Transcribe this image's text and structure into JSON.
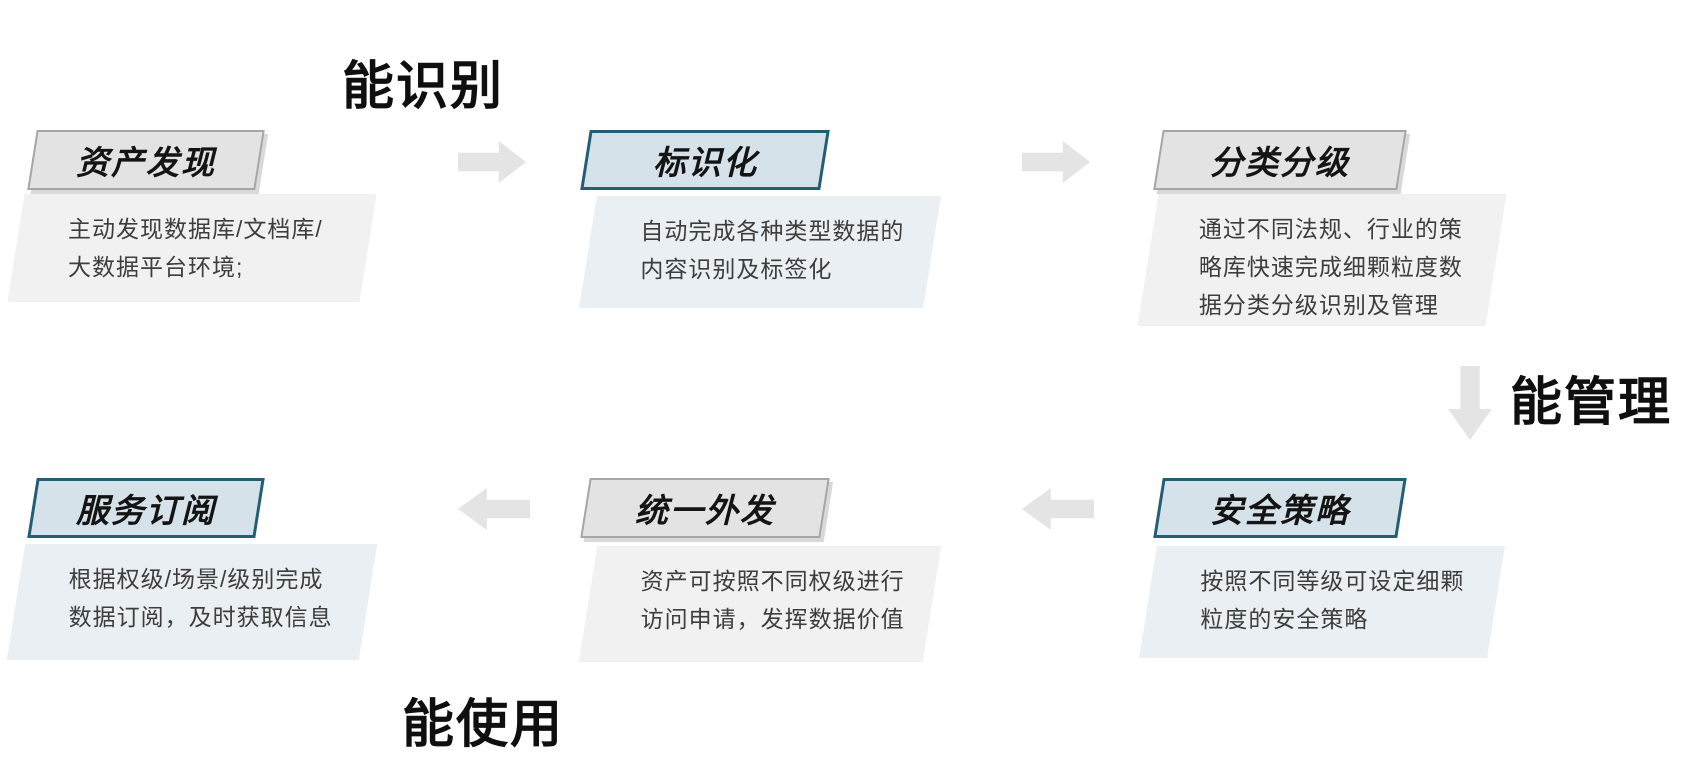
{
  "stage_labels": {
    "identify": "能识别",
    "manage": "能管理",
    "use": "能使用"
  },
  "cards": [
    {
      "id": "asset-discovery",
      "title": "资产发现",
      "desc": "主动发现数据库/文档库/\n大数据平台环境;",
      "style": "gray"
    },
    {
      "id": "labeling",
      "title": "标识化",
      "desc": "自动完成各种类型数据的\n内容识别及标签化",
      "style": "blue"
    },
    {
      "id": "classification-grading",
      "title": "分类分级",
      "desc": "通过不同法规、行业的策\n略库快速完成细颗粒度数\n据分类分级识别及管理",
      "style": "gray"
    },
    {
      "id": "security-policy",
      "title": "安全策略",
      "desc": "按照不同等级可设定细颗\n粒度的安全策略",
      "style": "blue"
    },
    {
      "id": "unified-distribution",
      "title": "统一外发",
      "desc": "资产可按照不同权级进行\n访问申请，发挥数据价值",
      "style": "gray"
    },
    {
      "id": "service-subscription",
      "title": "服务订阅",
      "desc": "根据权级/场景/级别完成\n数据订阅，及时获取信息",
      "style": "blue"
    }
  ],
  "flow": {
    "row1_direction": "left-to-right",
    "row2_direction": "right-to-left",
    "connector_between_rows": "down"
  },
  "colors": {
    "hdr_gray_fill": "#e3e3e3",
    "hdr_gray_border": "#a6a6a6",
    "hdr_blue_fill": "#d5e2e9",
    "hdr_blue_border": "#235e74",
    "body_gray_fill": "#f1f1f1",
    "body_blue_fill": "#e9eff2",
    "arrow_fill": "#e4e4e4"
  }
}
